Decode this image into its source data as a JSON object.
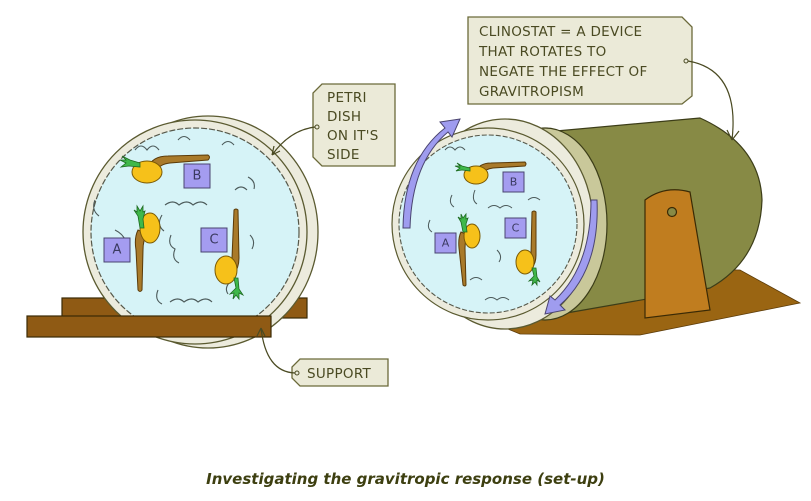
{
  "caption": "Investigating the gravitropic response (set-up)",
  "labels": {
    "petri_dish": [
      "PETRI",
      "DISH",
      "ON  IT'S",
      "SIDE"
    ],
    "support": "SUPPORT",
    "clinostat": [
      "CLINOSTAT = A  DEVICE",
      "THAT  ROTATES  TO",
      "NEGATE  THE  EFFECT  OF",
      "GRAVITROPISM"
    ]
  },
  "left_dish": {
    "seedlings": [
      {
        "tag": "A",
        "orientation": "root-down"
      },
      {
        "tag": "B",
        "orientation": "root-horizontal"
      },
      {
        "tag": "C",
        "orientation": "root-up"
      }
    ]
  },
  "right_dish": {
    "seedlings": [
      {
        "tag": "A",
        "orientation": "root-down"
      },
      {
        "tag": "B",
        "orientation": "root-horizontal"
      },
      {
        "tag": "C",
        "orientation": "root-up"
      }
    ],
    "rotation": "clockwise"
  },
  "colors": {
    "cotton_wool": "#d6f3f7",
    "dish_rim": "#ecebdd",
    "wood": "#8f5a14",
    "clinostat_body": "#878a45",
    "clinostat_face": "#c9c89a",
    "bracket": "#c07d1f",
    "seed": "#f6c11a",
    "root": "#a97a2a",
    "shoot": "#3fb84a",
    "tag_fill": "#a49cf0",
    "arrow": "#9f9cef",
    "label_fill": "#ebead8",
    "label_stroke": "#6b6a3a"
  }
}
